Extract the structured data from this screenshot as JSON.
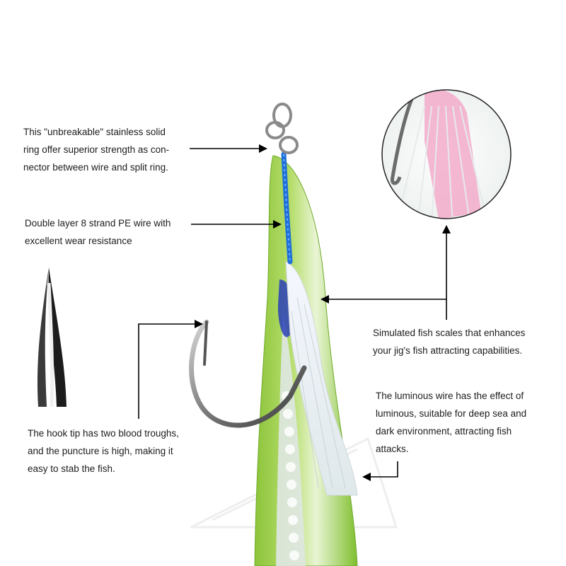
{
  "image": {
    "subject": "Green fishing jig lure with assist hook, blue PE wire, solid ring and luminous skirt",
    "colors": {
      "background": "#ffffff",
      "jig_green": "#9acd32",
      "wire_blue": "#1e6fd9",
      "skirt_pink": "#f3a6c8",
      "text": "#1c1c1c",
      "arrow": "#000000"
    }
  },
  "callouts": {
    "solid_ring": "This \"unbreakable\" stainless solid\nring offer superior strength as con-\nnector between wire and split ring.",
    "pe_wire": "Double layer 8 strand PE wire with\nexcellent wear resistance",
    "fish_scales": "Simulated fish scales that enhances\nyour jig's fish attracting capabilities.",
    "luminous_wire": "The luminous wire has the effect of\nluminous, suitable for deep sea and\ndark environment, attracting fish\nattacks.",
    "hook_tip": "The hook tip has two blood troughs,\nand the puncture is high, making it\neasy to stab the fish."
  }
}
